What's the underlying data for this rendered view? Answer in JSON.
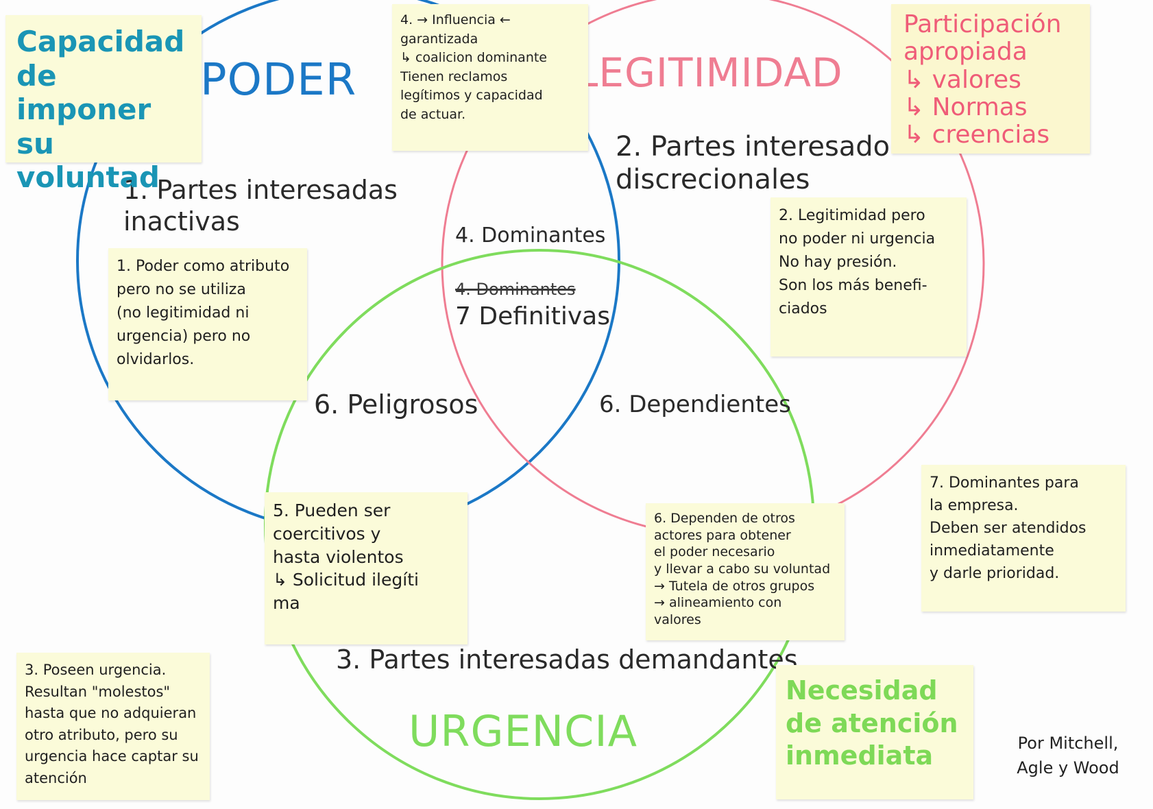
{
  "circles": {
    "poder": {
      "title": "PODER",
      "color": "#1b78c6"
    },
    "legitimidad": {
      "title": "LEGITIMIDAD",
      "color": "#ef7d92"
    },
    "urgencia": {
      "title": "URGENCIA",
      "color": "#7fdc5d"
    }
  },
  "regions": {
    "inactivas": "1. Partes interesadas\ninactivas",
    "discrecionales": "2. Partes interesado\ndiscrecionales",
    "demandantes": "3. Partes interesadas demandantes",
    "dominantes": "4. Dominantes",
    "peligrosos": "6. Peligrosos",
    "dependientes": "6. Dependientes",
    "crossed_out": "4. Dominantes",
    "definitivas": "7 Definitivas"
  },
  "notes": {
    "capacidad": "Capacidad\nde imponer\nsu voluntad",
    "influencia": "4. → Influencia ←\ngarantizada\n↳ coalicion dominante\nTienen reclamos\nlegítimos y capacidad\nde actuar.",
    "participacion": "Participación\napropiada\n↳ valores\n↳ Normas\n↳ creencias",
    "nota1": "1. Poder como atributo\npero no se utiliza\n(no legitimidad ni\nurgencia) pero no\nolvidarlos.",
    "nota2": "2. Legitimidad pero\nno poder ni urgencia\nNo hay presión.\nSon los más benefi-\nciados",
    "nota5": "5. Pueden ser\ncoercitivos y\nhasta violentos\n↳ Solicitud ilegíti\nma",
    "nota6": "6. Dependen de otros\nactores para obtener\nel poder necesario\ny llevar a cabo su voluntad\n→ Tutela de otros grupos\n→ alineamiento con\nvalores",
    "nota7": "7. Dominantes para\nla empresa.\nDeben ser atendidos\ninmediatamente\ny darle prioridad.",
    "nota3": "3. Poseen urgencia.\nResultan \"molestos\"\nhasta que no adquieran\notro atributo, pero su\nurgencia hace captar su\natención",
    "necesidad": "Necesidad\nde atención\ninmediata"
  },
  "credit": "Por Mitchell,\nAgle y Wood"
}
